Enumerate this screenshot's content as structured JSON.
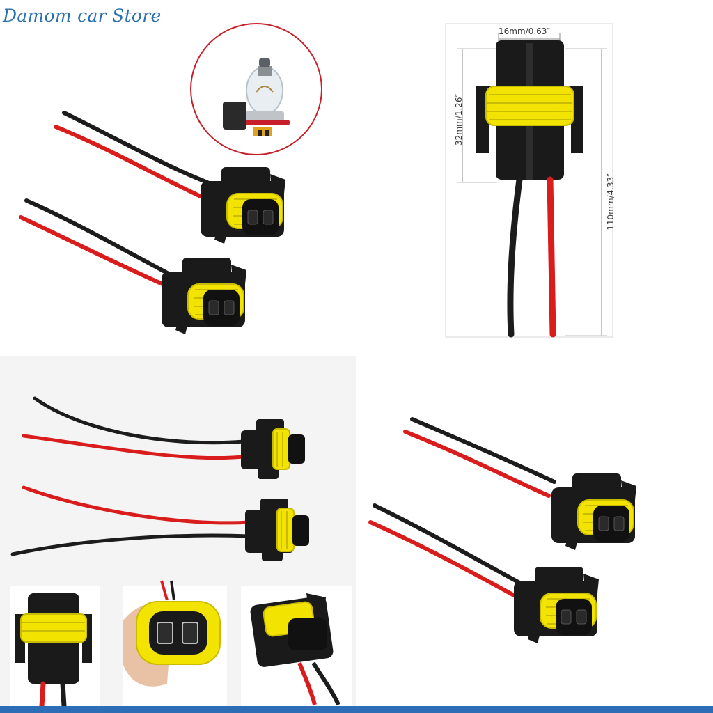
{
  "watermark": {
    "text": "Damom car Store",
    "color": "#2a6fb0"
  },
  "dimensions": {
    "width_label": "16mm/0.63″",
    "height_label": "32mm/1.26″",
    "length_label": "110mm/4.33″"
  },
  "colors": {
    "connector_body": "#1a1a1a",
    "seal_ring": "#f2e300",
    "wire_red": "#d91c1c",
    "wire_black": "#1c1c1c",
    "accent_ring": "#c8202a",
    "bottom_bar": "#2c6db5"
  },
  "icons": {
    "bulb_inset": "halogen-bulb-icon",
    "connector": "h11-connector-icon"
  }
}
